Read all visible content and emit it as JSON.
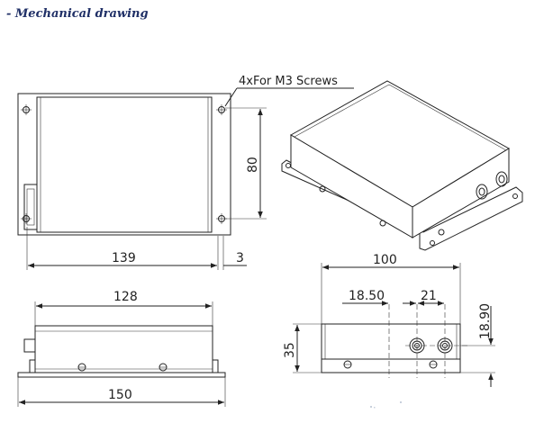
{
  "header": {
    "title": "- Mechanical drawing"
  },
  "annotations": {
    "screws": "4xFor M3 Screws"
  },
  "dimensions": {
    "top_view_height": "80",
    "top_view_length": "139",
    "flange_offset": "3",
    "side_view_body_length": "128",
    "side_view_flange_length": "150",
    "end_view_width": "100",
    "end_view_port_offset": "18.50",
    "end_view_port_spacing": "21",
    "end_view_port_height": "18.90",
    "end_view_height": "35"
  }
}
